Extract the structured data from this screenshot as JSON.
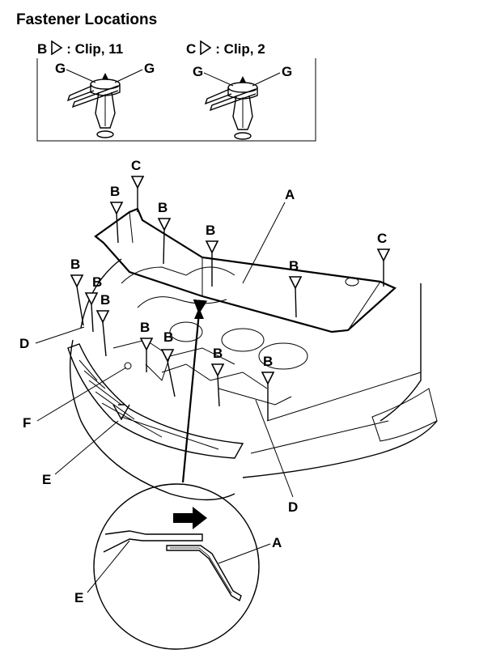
{
  "header": {
    "title": "Fastener Locations"
  },
  "legend": [
    {
      "letter": "B",
      "text": ": Clip, 11"
    },
    {
      "letter": "C",
      "text": ": Clip, 2"
    }
  ],
  "inset_labels": {
    "tool": "G"
  },
  "callouts": {
    "A": "A",
    "B": "B",
    "C": "C",
    "D": "D",
    "E": "E",
    "F": "F"
  },
  "icons": [
    "clip-with-pliers-icon",
    "direction-arrow-icon",
    "fastener-triangle-icon"
  ]
}
